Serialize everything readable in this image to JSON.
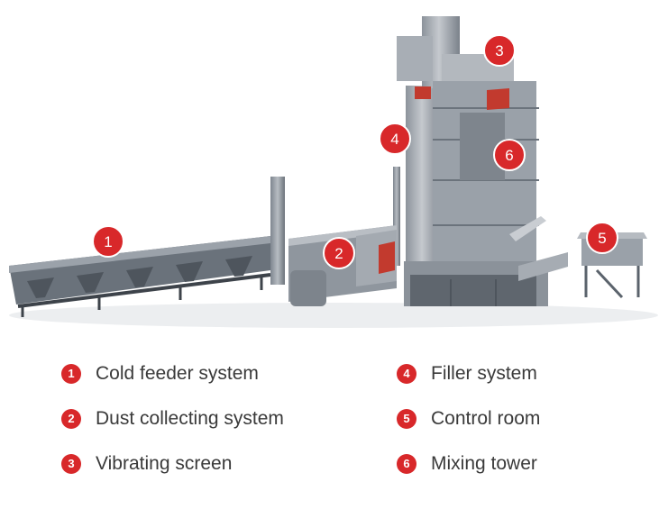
{
  "markers": [
    {
      "num": "1"
    },
    {
      "num": "2"
    },
    {
      "num": "3"
    },
    {
      "num": "4"
    },
    {
      "num": "5"
    },
    {
      "num": "6"
    }
  ],
  "legend": [
    {
      "num": "1",
      "label": "Cold feeder system"
    },
    {
      "num": "2",
      "label": "Dust collecting system"
    },
    {
      "num": "3",
      "label": "Vibrating screen"
    },
    {
      "num": "4",
      "label": "Filler system"
    },
    {
      "num": "5",
      "label": "Control room"
    },
    {
      "num": "6",
      "label": "Mixing tower"
    }
  ],
  "colors": {
    "marker": "#d8282a",
    "steel_light": "#c9cdd2",
    "steel_mid": "#9aa1a9",
    "steel_dark": "#5b636c",
    "text": "#3a3a3a"
  }
}
